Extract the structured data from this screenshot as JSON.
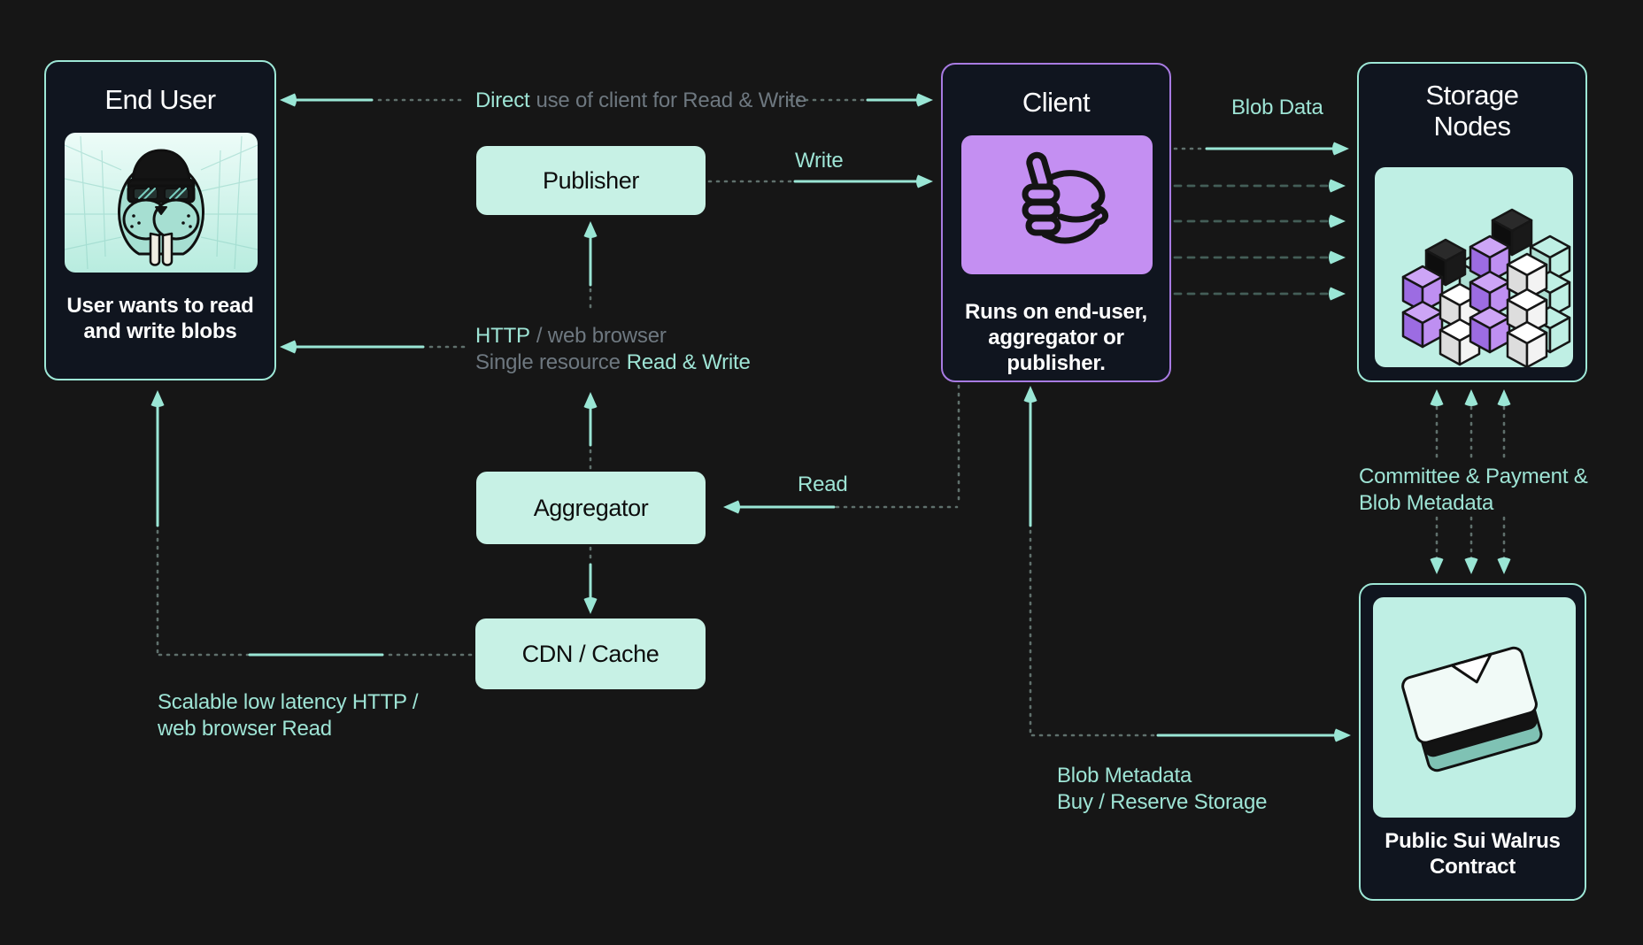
{
  "colors": {
    "canvas_bg": "#161616",
    "card_bg": "#10151F",
    "teal_border": "#9DE7D6",
    "purple_border": "#A87BE2",
    "mint_fill": "#C7F1E5",
    "purple_fill": "#C48FF2",
    "accent_teal_text": "#9EE4D5",
    "muted_gray_text": "#6E7880",
    "line_teal": "#9AE6D5"
  },
  "icons": {
    "end_user": "walrus-avatar-icon",
    "client": "thumbs-up-icon",
    "storage_nodes": "cube-stacks-icon",
    "sui_contract": "paper-stack-icon"
  },
  "nodes": {
    "end_user": {
      "title": "End User",
      "caption": "User wants to read and write blobs"
    },
    "publisher": {
      "label": "Publisher"
    },
    "client": {
      "title": "Client",
      "caption": "Runs on end-user, aggregator or publisher."
    },
    "storage_nodes": {
      "title": "Storage Nodes"
    },
    "aggregator": {
      "label": "Aggregator"
    },
    "cdn_cache": {
      "label": "CDN / Cache"
    },
    "sui_contract": {
      "caption": "Public Sui Walrus Contract"
    }
  },
  "edge_labels": {
    "direct": {
      "accent": "Direct",
      "rest": "use of client for Read & Write"
    },
    "write": "Write",
    "blob_data": "Blob Data",
    "http": {
      "line1_accent": "HTTP",
      "line1_rest": "/ web browser",
      "line2_muted": "Single resource",
      "line2_accent": "Read & Write"
    },
    "read": "Read",
    "committee": {
      "line1": "Committee & Payment &",
      "line2": "Blob Metadata"
    },
    "blob_metadata": {
      "line1": "Blob Metadata",
      "line2": "Buy / Reserve Storage"
    },
    "scalable": {
      "line1": "Scalable low latency HTTP /",
      "line2": "web browser Read"
    }
  }
}
